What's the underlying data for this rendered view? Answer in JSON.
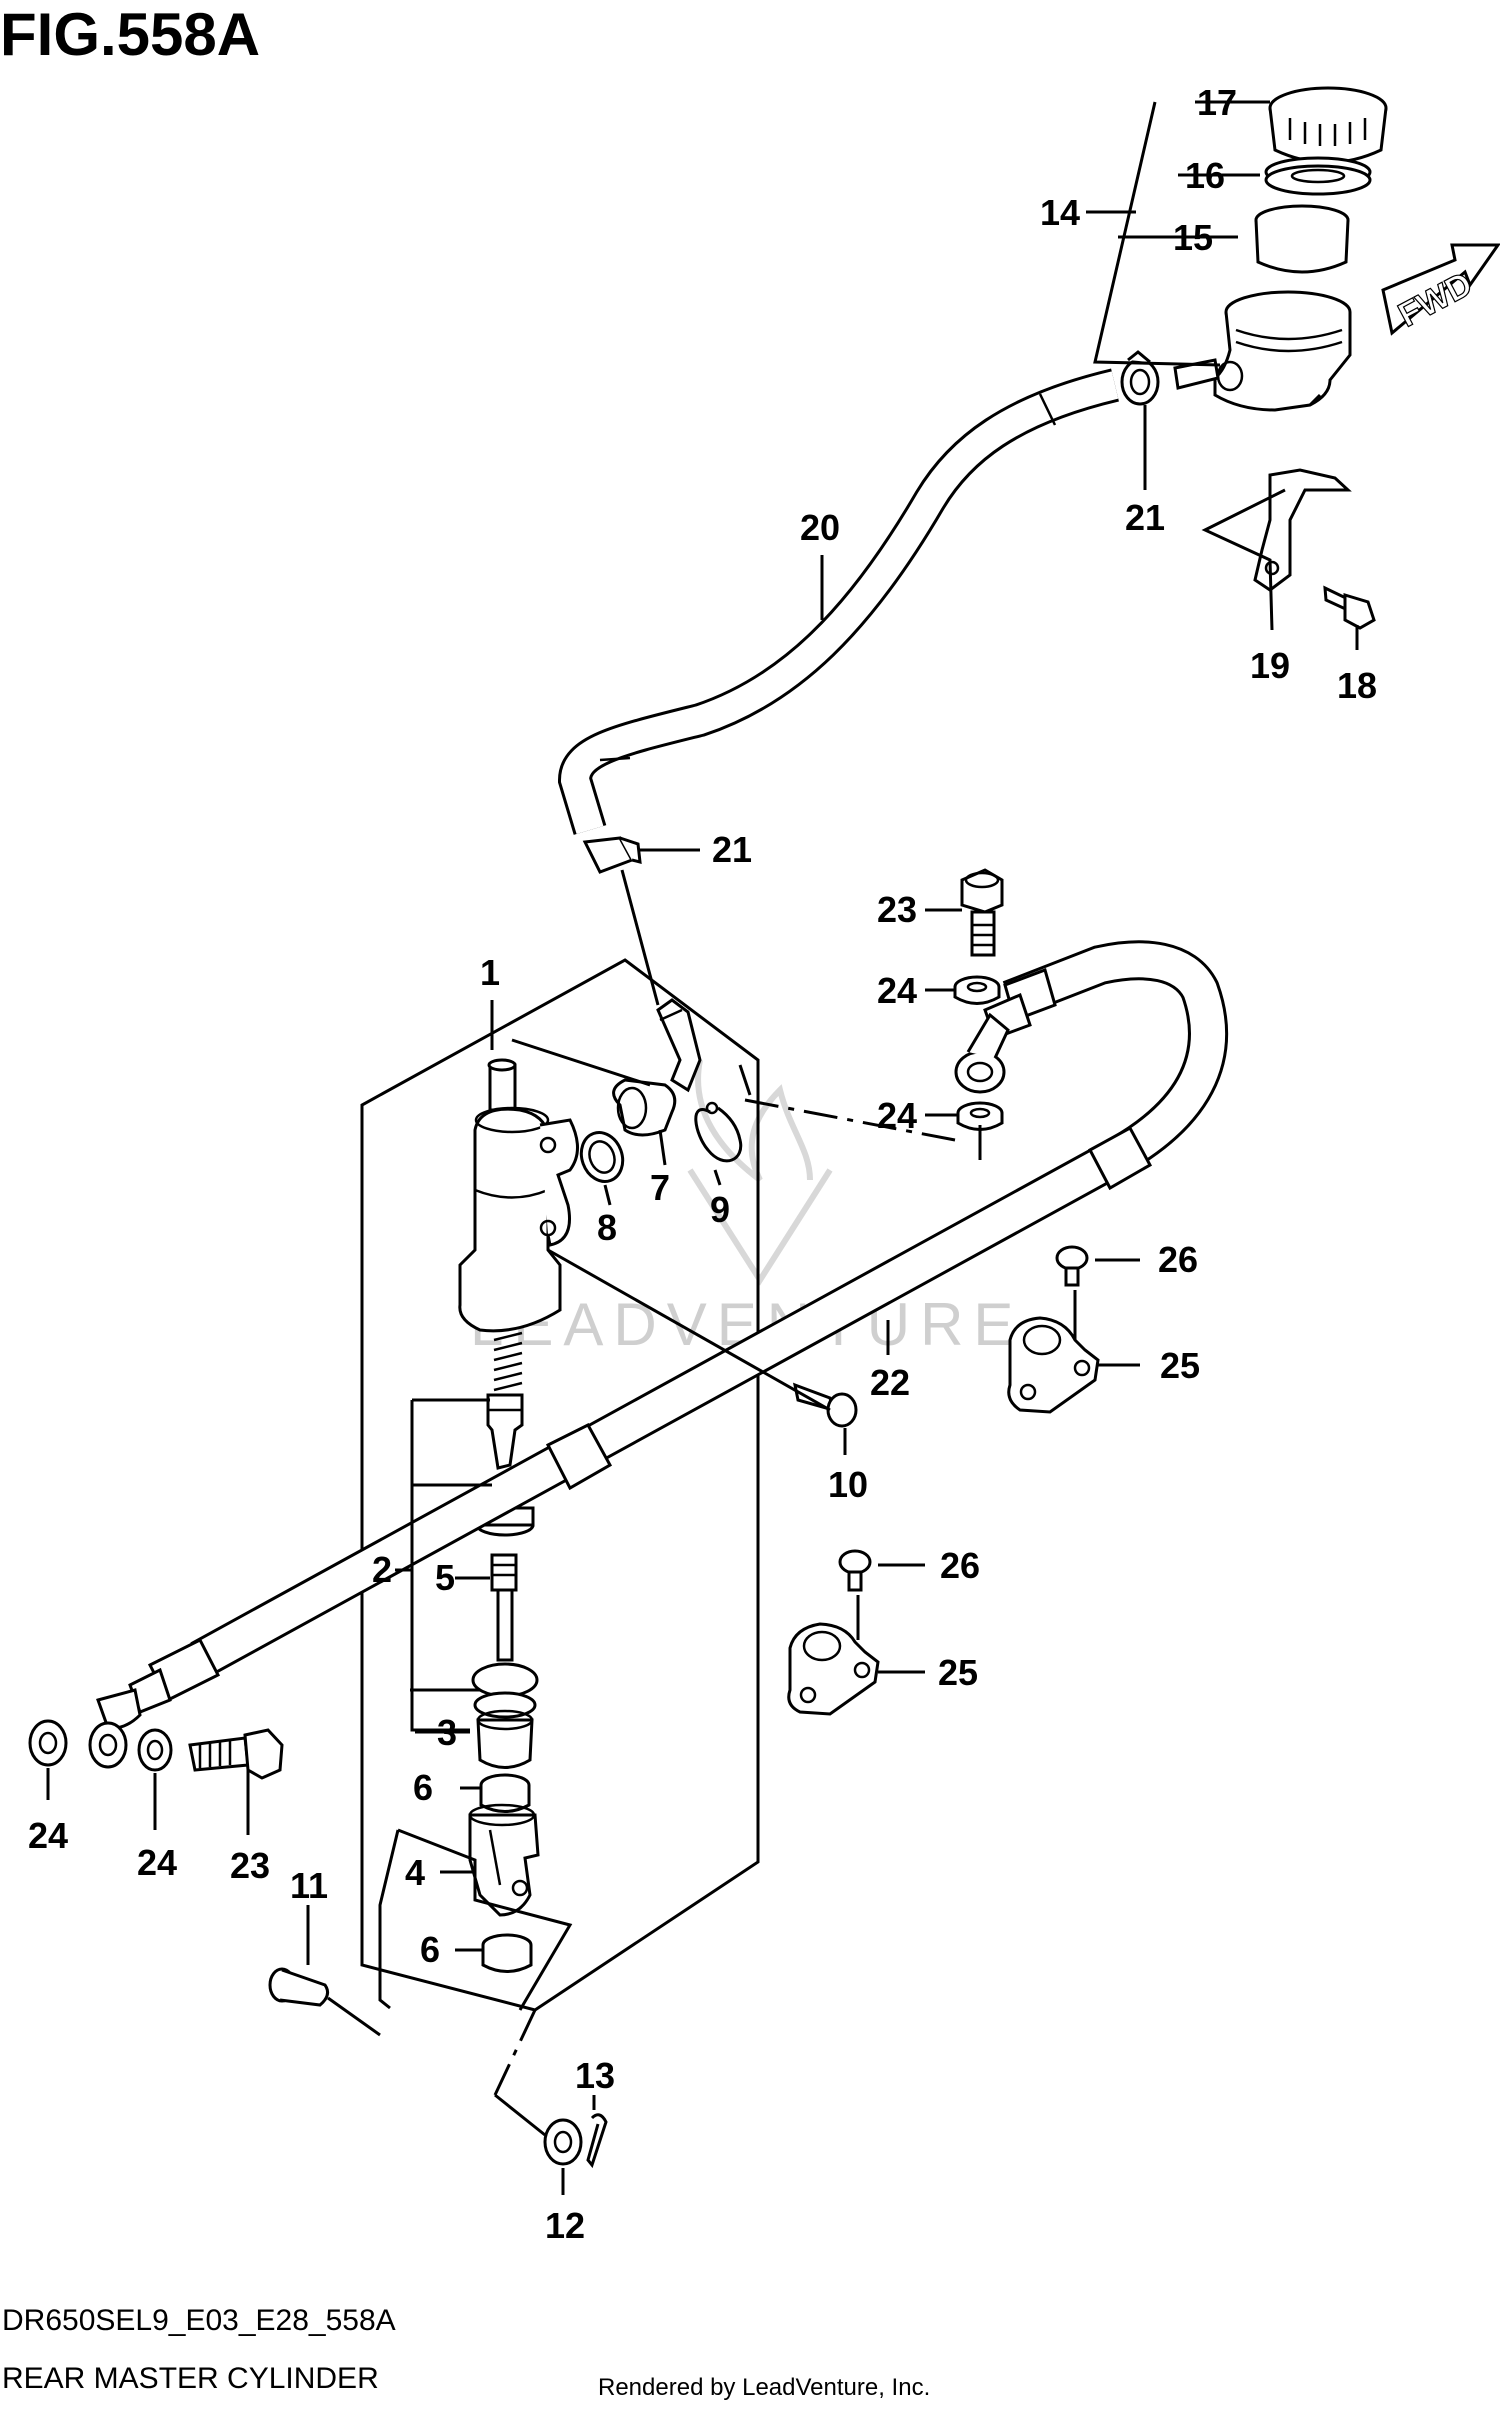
{
  "header": {
    "figure_title": "FIG.558A"
  },
  "orientation": {
    "fwd_label": "FWD"
  },
  "watermark": {
    "text": "LEADVENTURE"
  },
  "footer": {
    "model_code": "DR650SEL9_E03_E28_558A",
    "diagram_name": "REAR MASTER CYLINDER",
    "rendered_by": "Rendered by LeadVenture, Inc."
  },
  "callouts": [
    {
      "id": "c17",
      "label": "17"
    },
    {
      "id": "c16",
      "label": "16"
    },
    {
      "id": "c14",
      "label": "14"
    },
    {
      "id": "c15",
      "label": "15"
    },
    {
      "id": "c20",
      "label": "20"
    },
    {
      "id": "c21a",
      "label": "21"
    },
    {
      "id": "c19",
      "label": "19"
    },
    {
      "id": "c18",
      "label": "18"
    },
    {
      "id": "c21b",
      "label": "21"
    },
    {
      "id": "c23a",
      "label": "23"
    },
    {
      "id": "c1",
      "label": "1"
    },
    {
      "id": "c24a",
      "label": "24"
    },
    {
      "id": "c24b",
      "label": "24"
    },
    {
      "id": "c7",
      "label": "7"
    },
    {
      "id": "c8",
      "label": "8"
    },
    {
      "id": "c9",
      "label": "9"
    },
    {
      "id": "c26a",
      "label": "26"
    },
    {
      "id": "c25a",
      "label": "25"
    },
    {
      "id": "c22",
      "label": "22"
    },
    {
      "id": "c10",
      "label": "10"
    },
    {
      "id": "c26b",
      "label": "26"
    },
    {
      "id": "c2",
      "label": "2"
    },
    {
      "id": "c5",
      "label": "5"
    },
    {
      "id": "c25b",
      "label": "25"
    },
    {
      "id": "c3",
      "label": "3"
    },
    {
      "id": "c6a",
      "label": "6"
    },
    {
      "id": "c24c",
      "label": "24"
    },
    {
      "id": "c24d",
      "label": "24"
    },
    {
      "id": "c23b",
      "label": "23"
    },
    {
      "id": "c4",
      "label": "4"
    },
    {
      "id": "c11",
      "label": "11"
    },
    {
      "id": "c6b",
      "label": "6"
    },
    {
      "id": "c13",
      "label": "13"
    },
    {
      "id": "c12",
      "label": "12"
    }
  ]
}
